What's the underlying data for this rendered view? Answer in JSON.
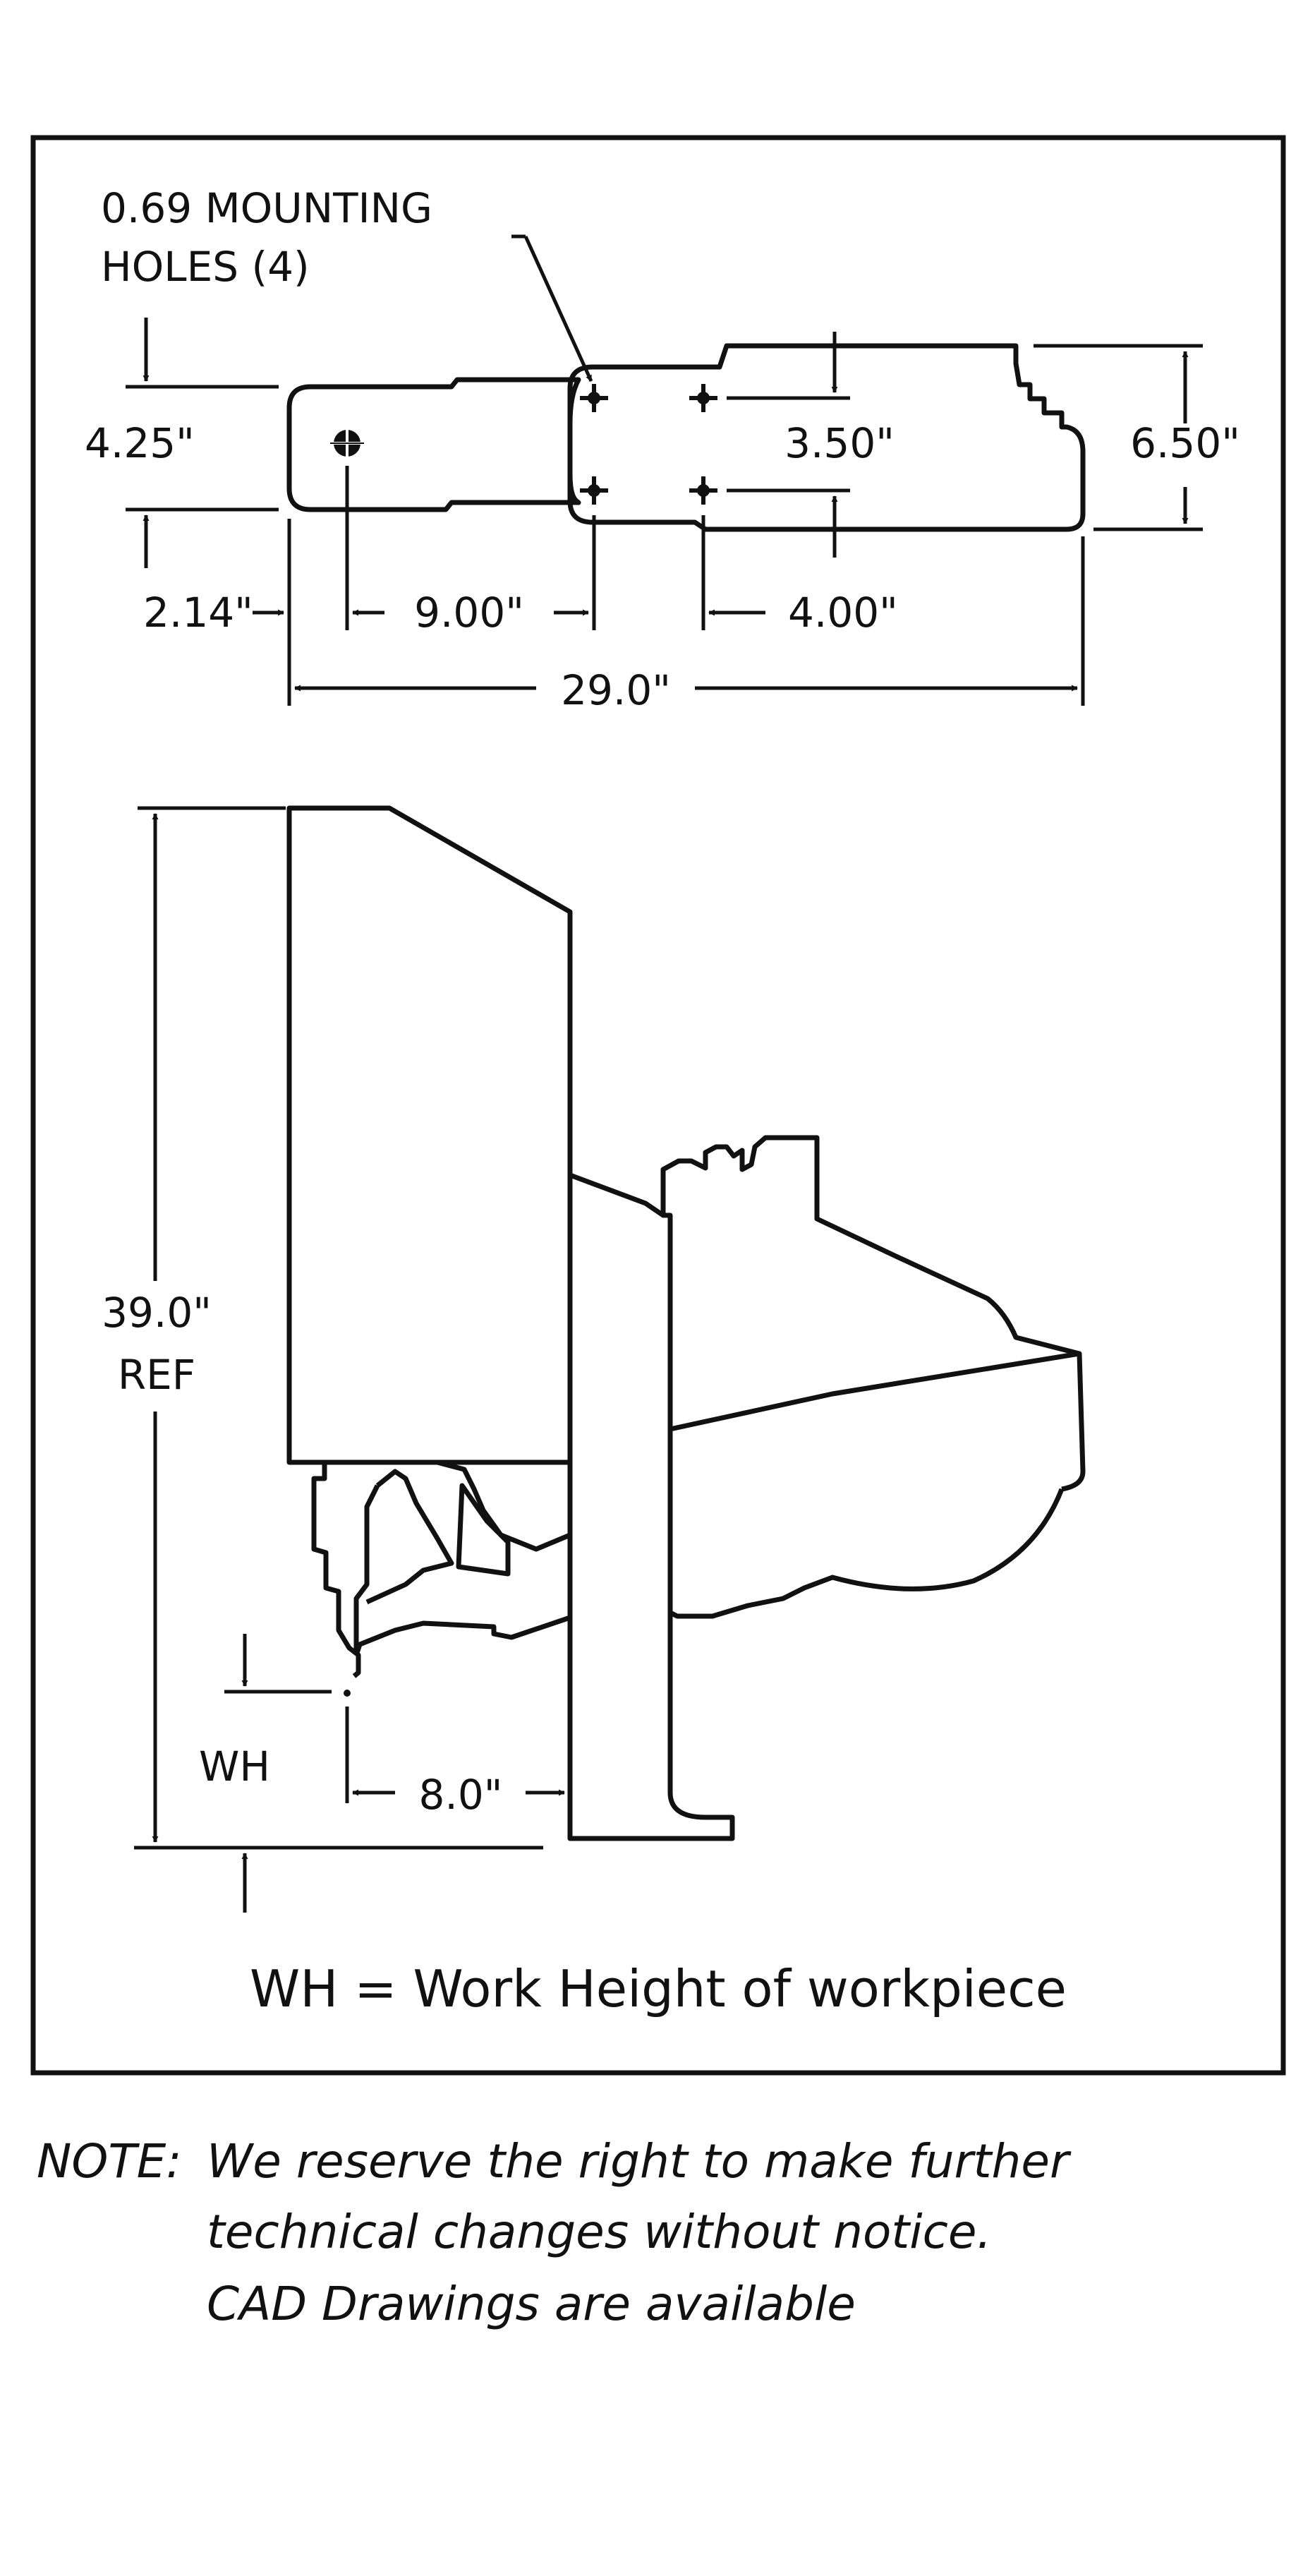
{
  "plan_view": {
    "callout": {
      "line1": "0.69 MOUNTING",
      "line2": "HOLES (4)"
    },
    "dims": {
      "left_height": "4.25\"",
      "right_height": "6.50\"",
      "hole_spacing_vertical": "3.50\"",
      "left_offset": "2.14\"",
      "pivot_to_holes": "9.00\"",
      "hole_spacing_horizontal": "4.00\"",
      "overall_length": "29.0\""
    }
  },
  "side_view": {
    "dims": {
      "height_value": "39.0\"",
      "height_ref": "REF",
      "wh_label": "WH",
      "reach": "8.0\""
    }
  },
  "legend": "WH = Work Height of workpiece",
  "notes": {
    "label": "NOTE:",
    "line1": "We reserve the right to make further",
    "line2": "technical changes without notice.",
    "line3": "CAD Drawings are available"
  },
  "colors": {
    "ink": "#111111",
    "paper": "#ffffff"
  }
}
